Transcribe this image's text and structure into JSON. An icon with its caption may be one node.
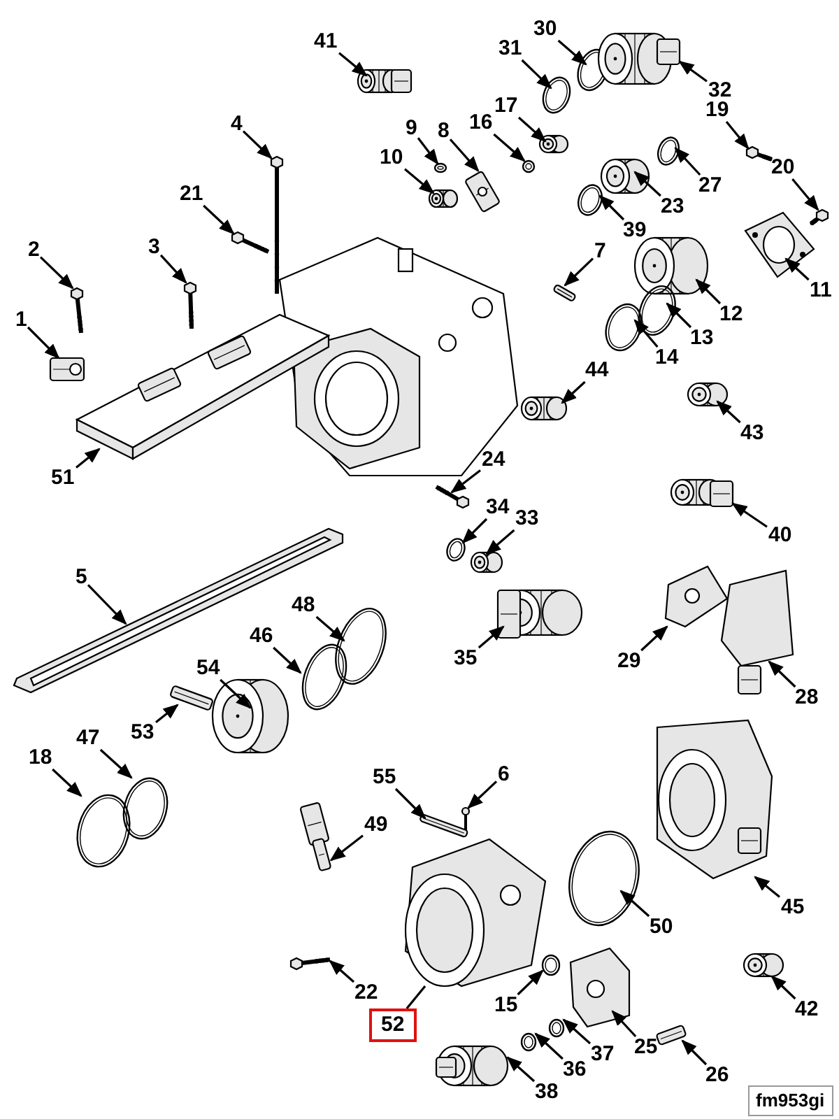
{
  "diagram": {
    "nodes": [
      {
        "text": [
          "41"
        ]
      },
      {
        "text": [
          "30"
        ]
      },
      {
        "text": [
          "31"
        ]
      },
      {
        "text": [
          "32"
        ]
      },
      {
        "text": [
          "17"
        ]
      },
      {
        "text": [
          "16"
        ]
      },
      {
        "text": [
          "19"
        ]
      },
      {
        "text": [
          "9"
        ]
      },
      {
        "text": [
          "8"
        ]
      },
      {
        "text": [
          "4"
        ]
      },
      {
        "text": [
          "10"
        ]
      },
      {
        "text": [
          "20"
        ]
      },
      {
        "text": [
          "27"
        ]
      },
      {
        "text": [
          "23"
        ]
      },
      {
        "text": [
          "21"
        ]
      },
      {
        "text": [
          "39"
        ]
      },
      {
        "text": [
          "7"
        ]
      },
      {
        "text": [
          "3"
        ]
      },
      {
        "text": [
          "2"
        ]
      },
      {
        "text": [
          "11"
        ]
      },
      {
        "text": [
          "12"
        ]
      },
      {
        "text": [
          "1"
        ]
      },
      {
        "text": [
          "13"
        ]
      },
      {
        "text": [
          "14"
        ]
      },
      {
        "text": [
          "44"
        ]
      },
      {
        "text": [
          "43"
        ]
      },
      {
        "text": [
          "51"
        ]
      },
      {
        "text": [
          "24"
        ]
      },
      {
        "text": [
          "34"
        ]
      },
      {
        "text": [
          "33"
        ]
      },
      {
        "text": [
          "40"
        ]
      },
      {
        "text": [
          "5"
        ]
      },
      {
        "text": [
          "48"
        ]
      },
      {
        "text": [
          "46"
        ]
      },
      {
        "text": [
          "35"
        ]
      },
      {
        "text": [
          "29"
        ]
      },
      {
        "text": [
          "54"
        ]
      },
      {
        "text": [
          "28"
        ]
      },
      {
        "text": [
          "53"
        ]
      },
      {
        "text": [
          "47"
        ]
      },
      {
        "text": [
          "18"
        ]
      },
      {
        "text": [
          "6"
        ]
      },
      {
        "text": [
          "55"
        ]
      },
      {
        "text": [
          "49"
        ]
      },
      {
        "text": [
          "50"
        ]
      },
      {
        "text": [
          "45"
        ]
      },
      {
        "text": [
          "22"
        ]
      },
      {
        "text": [
          "15"
        ]
      },
      {
        "text": [
          "42"
        ]
      },
      {
        "text": [
          "52"
        ]
      },
      {
        "text": [
          "25"
        ]
      },
      {
        "text": [
          "37"
        ]
      },
      {
        "text": [
          "36"
        ]
      },
      {
        "text": [
          "26"
        ]
      },
      {
        "text": [
          "38"
        ]
      },
      {
        "text": [
          "fm953gi"
        ]
      },
      {
        "text": [],
        "shape": "picture"
      },
      {
        "text": [],
        "shape": "circle"
      },
      {
        "text": [],
        "shape": "circle"
      },
      {
        "text": [],
        "shape": "picture"
      },
      {
        "text": [],
        "shape": "picture"
      },
      {
        "text": [],
        "shape": "circle"
      },
      {
        "text": [],
        "shape": "picture"
      },
      {
        "text": [],
        "shape": "circle"
      },
      {
        "text": [],
        "shape": "picture"
      },
      {
        "text": [],
        "shape": "picture"
      },
      {
        "text": [],
        "shape": "picture"
      },
      {
        "text": [],
        "shape": "picture"
      },
      {
        "text": [],
        "shape": "circle"
      },
      {
        "text": [],
        "shape": "picture"
      },
      {
        "text": [],
        "shape": "picture"
      },
      {
        "text": [],
        "shape": "circle"
      },
      {
        "text": [],
        "shape": "picture"
      },
      {
        "text": [],
        "shape": "picture"
      },
      {
        "text": [],
        "shape": "picture"
      },
      {
        "text": [],
        "shape": "picture"
      },
      {
        "text": [],
        "shape": "picture"
      },
      {
        "text": [],
        "shape": "picture"
      },
      {
        "text": [],
        "shape": "circle"
      },
      {
        "text": [],
        "shape": "circle"
      },
      {
        "text": [],
        "shape": "picture"
      },
      {
        "text": [],
        "shape": "picture"
      },
      {
        "text": [],
        "shape": "picture"
      },
      {
        "text": [],
        "shape": "picture"
      },
      {
        "text": [],
        "shape": "circle"
      },
      {
        "text": [],
        "shape": "picture"
      },
      {
        "text": [],
        "shape": "picture"
      },
      {
        "text": [],
        "shape": "picture"
      },
      {
        "text": [],
        "shape": "circle"
      },
      {
        "text": [],
        "shape": "circle"
      },
      {
        "text": [],
        "shape": "picture"
      },
      {
        "text": [],
        "shape": "picture"
      },
      {
        "text": [],
        "shape": "picture"
      },
      {
        "text": [],
        "shape": "picture"
      },
      {
        "text": [],
        "shape": "picture"
      },
      {
        "text": [],
        "shape": "circle"
      },
      {
        "text": [],
        "shape": "circle"
      },
      {
        "text": [],
        "shape": "picture"
      },
      {
        "text": [],
        "shape": "picture"
      },
      {
        "text": [],
        "shape": "picture"
      },
      {
        "text": [],
        "shape": "circle"
      },
      {
        "text": [],
        "shape": "picture"
      },
      {
        "text": [],
        "shape": "picture"
      },
      {
        "text": [],
        "shape": "circle"
      },
      {
        "text": [],
        "shape": "picture"
      },
      {
        "text": [],
        "shape": "picture"
      },
      {
        "text": [],
        "shape": "picture"
      },
      {
        "text": [],
        "shape": "circle"
      },
      {
        "text": [],
        "shape": "circle"
      },
      {
        "text": [],
        "shape": "picture"
      },
      {
        "text": [],
        "shape": "picture"
      }
    ],
    "edges": [
      {
        "from": 0,
        "to": 56,
        "arrow": "to"
      },
      {
        "from": 1,
        "to": 57,
        "arrow": "to"
      },
      {
        "from": 2,
        "to": 58,
        "arrow": "to"
      },
      {
        "from": 3,
        "to": 59,
        "arrow": "to"
      },
      {
        "from": 4,
        "to": 60,
        "arrow": "to"
      },
      {
        "from": 5,
        "to": 61,
        "arrow": "to"
      },
      {
        "from": 6,
        "to": 62,
        "arrow": "to"
      },
      {
        "from": 7,
        "to": 63,
        "arrow": "to"
      },
      {
        "from": 8,
        "to": 64,
        "arrow": "to"
      },
      {
        "from": 9,
        "to": 65,
        "arrow": "to"
      },
      {
        "from": 10,
        "to": 66,
        "arrow": "to"
      },
      {
        "from": 11,
        "to": 67,
        "arrow": "to"
      },
      {
        "from": 12,
        "to": 68,
        "arrow": "to"
      },
      {
        "from": 13,
        "to": 69,
        "arrow": "to"
      },
      {
        "from": 14,
        "to": 70,
        "arrow": "to"
      },
      {
        "from": 15,
        "to": 71,
        "arrow": "to"
      },
      {
        "from": 16,
        "to": 72,
        "arrow": "to"
      },
      {
        "from": 17,
        "to": 73,
        "arrow": "to"
      },
      {
        "from": 18,
        "to": 74,
        "arrow": "to"
      },
      {
        "from": 19,
        "to": 75,
        "arrow": "to"
      },
      {
        "from": 20,
        "to": 76,
        "arrow": "to"
      },
      {
        "from": 21,
        "to": 77,
        "arrow": "to"
      },
      {
        "from": 22,
        "to": 78,
        "arrow": "to"
      },
      {
        "from": 23,
        "to": 79,
        "arrow": "to"
      },
      {
        "from": 24,
        "to": 80,
        "arrow": "to"
      },
      {
        "from": 25,
        "to": 81,
        "arrow": "to"
      },
      {
        "from": 26,
        "to": 82,
        "arrow": "to"
      },
      {
        "from": 27,
        "to": 83,
        "arrow": "to"
      },
      {
        "from": 28,
        "to": 84,
        "arrow": "to"
      },
      {
        "from": 29,
        "to": 85,
        "arrow": "to"
      },
      {
        "from": 30,
        "to": 86,
        "arrow": "to"
      },
      {
        "from": 31,
        "to": 87,
        "arrow": "to"
      },
      {
        "from": 32,
        "to": 88,
        "arrow": "to"
      },
      {
        "from": 33,
        "to": 89,
        "arrow": "to"
      },
      {
        "from": 34,
        "to": 90,
        "arrow": "to"
      },
      {
        "from": 35,
        "to": 91,
        "arrow": "to"
      },
      {
        "from": 36,
        "to": 92,
        "arrow": "to"
      },
      {
        "from": 37,
        "to": 93,
        "arrow": "to"
      },
      {
        "from": 38,
        "to": 94,
        "arrow": "to"
      },
      {
        "from": 39,
        "to": 95,
        "arrow": "to"
      },
      {
        "from": 40,
        "to": 96,
        "arrow": "to"
      },
      {
        "from": 41,
        "to": 97,
        "arrow": "to"
      },
      {
        "from": 42,
        "to": 98,
        "arrow": "to"
      },
      {
        "from": 43,
        "to": 99,
        "arrow": "to"
      },
      {
        "from": 44,
        "to": 100,
        "arrow": "to"
      },
      {
        "from": 45,
        "to": 101,
        "arrow": "to"
      },
      {
        "from": 46,
        "to": 102,
        "arrow": "to"
      },
      {
        "from": 47,
        "to": 103,
        "arrow": "to"
      },
      {
        "from": 48,
        "to": 104,
        "arrow": "to"
      },
      {
        "from": 49,
        "to": 105,
        "arrow": "none"
      },
      {
        "from": 50,
        "to": 106,
        "arrow": "to"
      },
      {
        "from": 51,
        "to": 107,
        "arrow": "to"
      },
      {
        "from": 52,
        "to": 108,
        "arrow": "to"
      },
      {
        "from": 53,
        "to": 109,
        "arrow": "to"
      },
      {
        "from": 54,
        "to": 110,
        "arrow": "to"
      }
    ]
  }
}
